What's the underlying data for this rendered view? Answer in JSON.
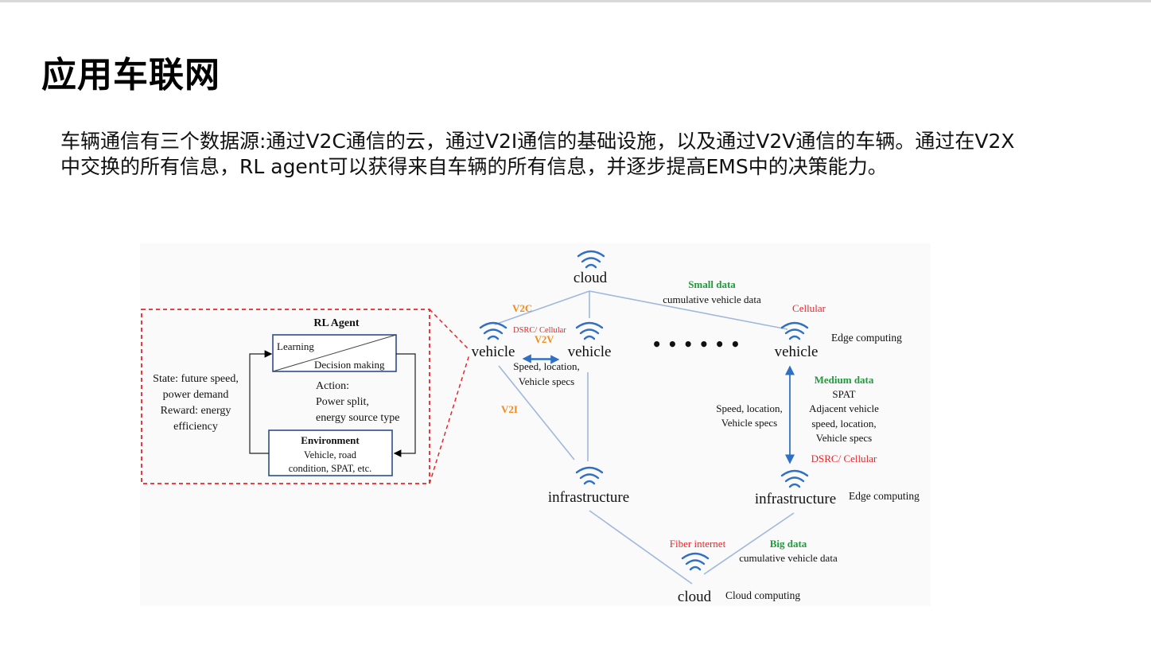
{
  "slide": {
    "title": "应用车联网",
    "body": "车辆通信有三个数据源:通过V2C通信的云，通过V2I通信的基础设施，以及通过V2V通信的车辆。通过在V2X中交换的所有信息，RL agent可以获得来自车辆的所有信息，并逐步提高EMS中的决策能力。"
  },
  "diagram": {
    "rl_box": {
      "title": "RL Agent",
      "learning": "Learning",
      "decision": "Decision making",
      "state_lines": [
        "State: future speed,",
        "power demand",
        "Reward: energy",
        "efficiency"
      ],
      "action_lines": [
        "Action:",
        "Power split,",
        "energy source type"
      ],
      "env_title": "Environment",
      "env_lines": [
        "Vehicle, road",
        "condition, SPAT, etc."
      ]
    },
    "nodes": {
      "cloud_top": "cloud",
      "vehicle_left": "vehicle",
      "vehicle_mid": "vehicle",
      "vehicle_right": "vehicle",
      "infra_left": "infrastructure",
      "infra_right": "infrastructure",
      "cloud_bottom": "cloud",
      "dots": "• • • • • •"
    },
    "labels": {
      "v2c": "V2C",
      "dsrc_cellular_top": "DSRC/ Cellular",
      "v2v": "V2V",
      "v2i": "V2I",
      "small_data": "Small data",
      "cumulative_top": "cumulative vehicle data",
      "cellular": "Cellular",
      "edge_top": "Edge computing",
      "speed_left_lines": [
        "Speed, location,",
        "Vehicle specs"
      ],
      "speed_right_lines": [
        "Speed, location,",
        "Vehicle specs"
      ],
      "medium_data": "Medium data",
      "medium_lines": [
        "SPAT",
        "Adjacent vehicle",
        "speed, location,",
        "Vehicle specs"
      ],
      "dsrc_cellular_right": "DSRC/ Cellular",
      "edge_bottom": "Edge computing",
      "fiber": "Fiber internet",
      "big_data": "Big data",
      "cumulative_bottom": "cumulative vehicle data",
      "cloud_computing": "Cloud computing"
    },
    "colors": {
      "orange": "#f08a1c",
      "red": "#e8262a",
      "green": "#1f9a3c",
      "link_blue": "#9fb8dc",
      "icon_blue": "#2f6fc4",
      "dashed_red": "#e8262a"
    }
  }
}
